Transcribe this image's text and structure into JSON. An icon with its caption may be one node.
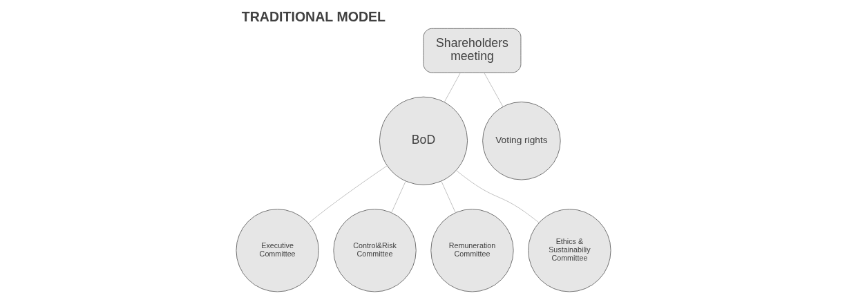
{
  "diagram": {
    "title": "TRADITIONAL MODEL",
    "nodes": [
      {
        "text": [
          "Shareholders meeting"
        ]
      },
      {
        "text": [
          "BoD"
        ]
      },
      {
        "text": [
          "Voting rights"
        ]
      },
      {
        "text": [
          "Executive Committee"
        ]
      },
      {
        "text": [
          "Control&Risk Committee"
        ]
      },
      {
        "text": [
          "Remuneration Committee"
        ]
      },
      {
        "text": [
          "Ethics & Sustainabiliy Committee"
        ]
      }
    ],
    "edges": [
      {
        "from": 0,
        "to": 1,
        "arrow": "none"
      },
      {
        "from": 0,
        "to": 2,
        "arrow": "none"
      },
      {
        "from": 1,
        "to": 3,
        "arrow": "none"
      },
      {
        "from": 1,
        "to": 4,
        "arrow": "none"
      },
      {
        "from": 1,
        "to": 5,
        "arrow": "none"
      },
      {
        "from": 1,
        "to": 6,
        "arrow": "none"
      }
    ]
  }
}
